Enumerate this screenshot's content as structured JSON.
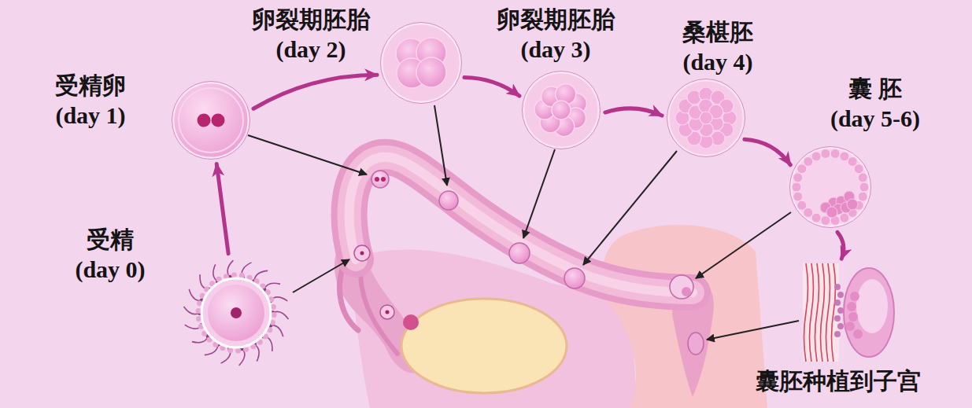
{
  "diagram": {
    "nodes": [
      {
        "text": [
          "受精卵 (day 1)"
        ]
      },
      {
        "text": [
          "卵裂期胚胎 (day 2)"
        ]
      },
      {
        "text": [
          "卵裂期胚胎 (day 3)"
        ]
      },
      {
        "text": [
          "桑椹胚 (day 4)"
        ]
      },
      {
        "text": [
          "囊 胚 (day 5-6)"
        ]
      },
      {
        "text": [
          "受精 (day 0)"
        ]
      },
      {
        "text": [
          "囊胚种植到子宫"
        ]
      }
    ],
    "edges": [
      {
        "from": 5,
        "to": 0,
        "arrow": "to"
      },
      {
        "from": 0,
        "to": 1,
        "arrow": "to"
      },
      {
        "from": 1,
        "to": 2,
        "arrow": "to"
      },
      {
        "from": 2,
        "to": 3,
        "arrow": "to"
      },
      {
        "from": 3,
        "to": 4,
        "arrow": "to"
      },
      {
        "from": 4,
        "to": 6,
        "arrow": "to"
      }
    ]
  }
}
